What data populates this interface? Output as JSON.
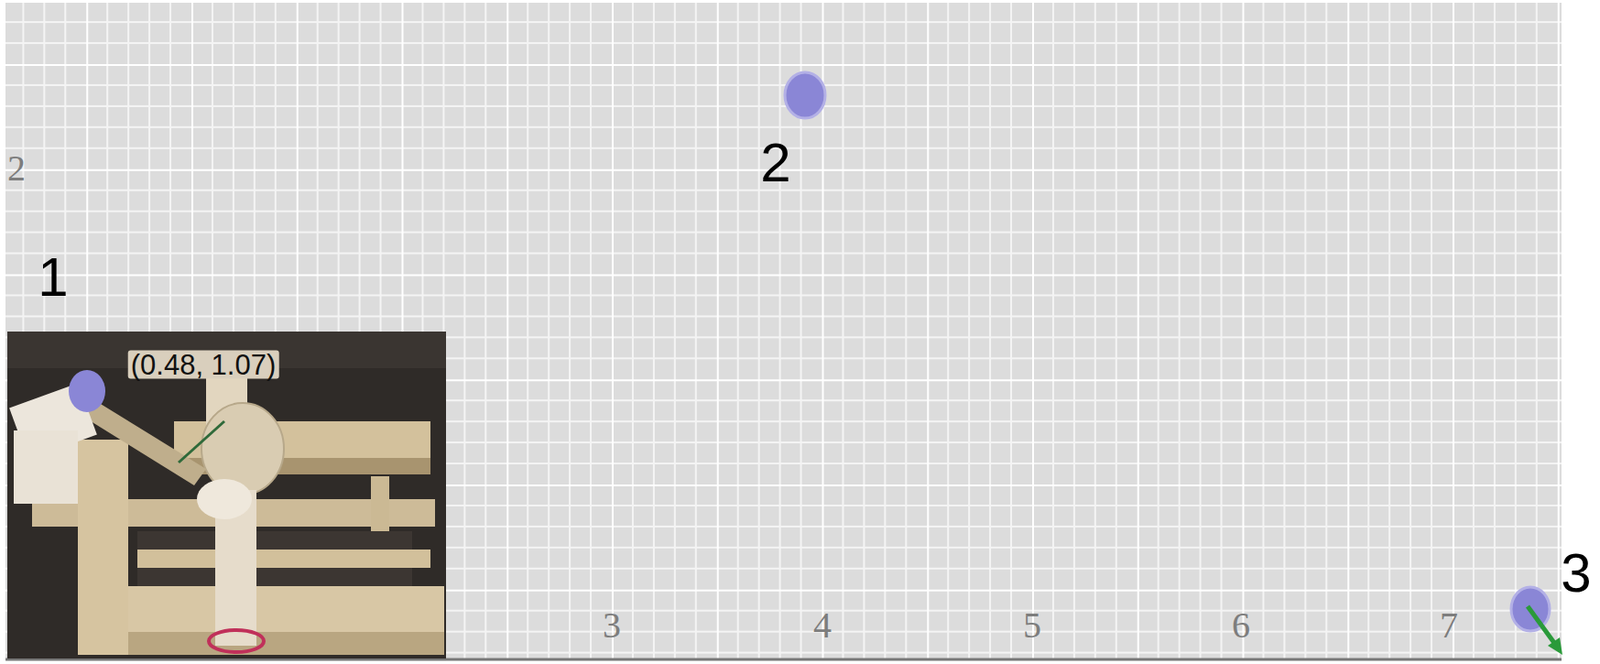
{
  "diagram": {
    "labels": [
      "2",
      "2",
      "1",
      "(0.48, 1.07)",
      "3",
      "4",
      "5",
      "6",
      "7",
      "3"
    ]
  }
}
